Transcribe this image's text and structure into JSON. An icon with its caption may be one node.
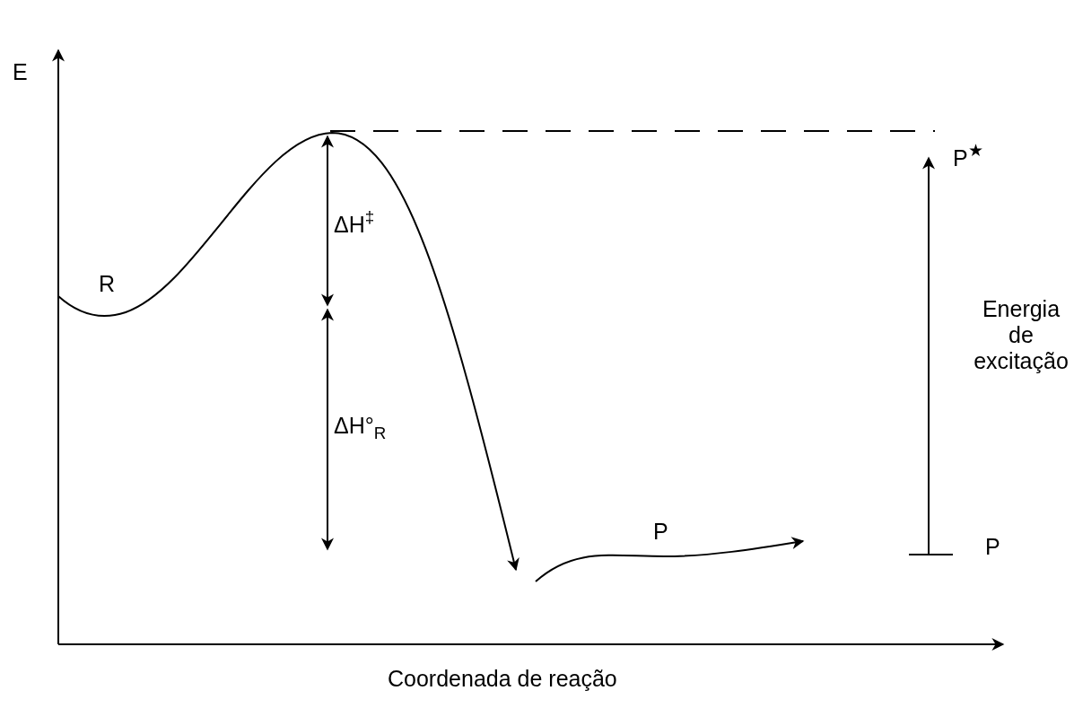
{
  "diagram": {
    "labels": [
      "E",
      "R",
      "ΔH$^{‡}$",
      "ΔH°$_{R}$",
      "P",
      "P$^{★}$",
      "Energia de excitação",
      "P",
      "Coordenada de reação"
    ]
  }
}
